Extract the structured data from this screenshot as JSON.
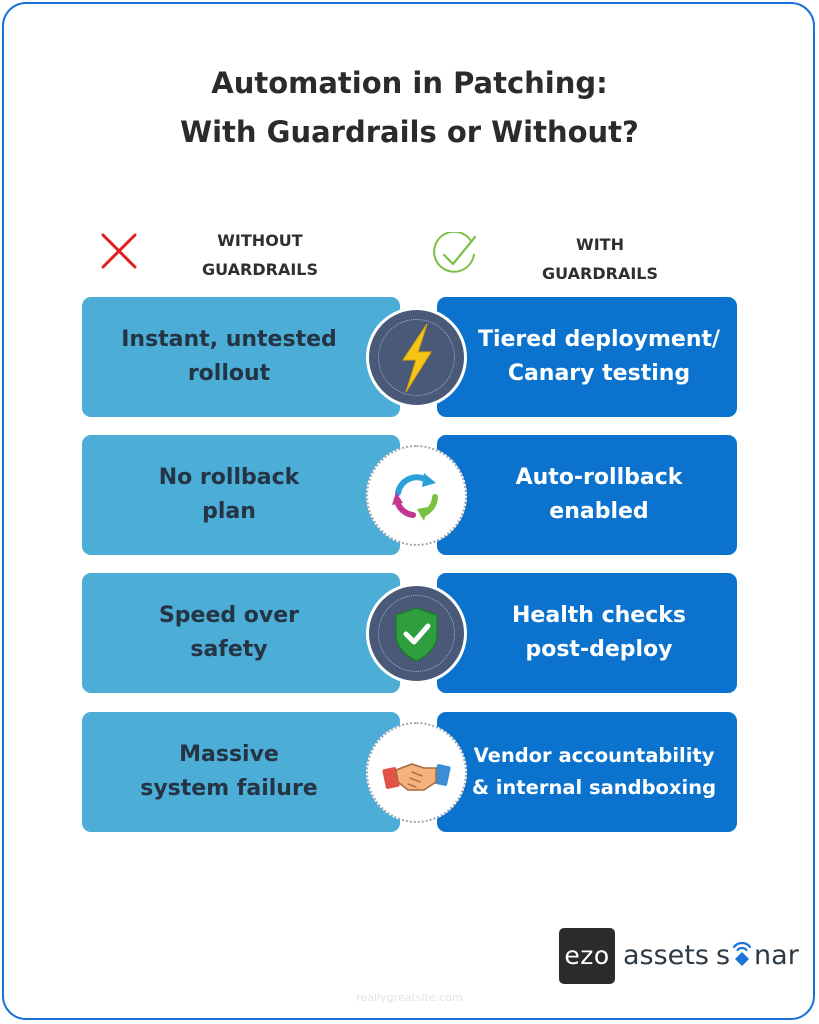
{
  "title_line1": "Automation in Patching:",
  "title_line2": "With Guardrails or Without?",
  "columns": {
    "without_line1": "WITHOUT",
    "without_line2": "GUARDRAILS",
    "with_line1": "WITH",
    "with_line2": "GUARDRAILS"
  },
  "rows": [
    {
      "left": [
        "Instant, untested",
        "rollout"
      ],
      "right": [
        "Tiered deployment/",
        "Canary testing"
      ],
      "icon": "lightning-icon"
    },
    {
      "left": [
        "No rollback",
        "plan"
      ],
      "right": [
        "Auto-rollback",
        "enabled"
      ],
      "icon": "refresh-cycle-icon"
    },
    {
      "left": [
        "Speed over",
        "safety"
      ],
      "right": [
        "Health checks",
        "post-deploy"
      ],
      "icon": "shield-check-icon"
    },
    {
      "left": [
        "Massive",
        "system failure"
      ],
      "right": [
        "Vendor accountability",
        "& internal sandboxing"
      ],
      "icon": "handshake-icon"
    }
  ],
  "logo": {
    "ezo": "ezo",
    "assets": "assets",
    "sonar_prefix": "s",
    "sonar_suffix": "nar"
  },
  "footer": "reallygreatsite.com",
  "colors": {
    "left_box": "#4cadd6",
    "right_box": "#0b73cd",
    "border": "#1a73d9",
    "x_icon": "#e02020",
    "check_icon": "#7ac143"
  }
}
